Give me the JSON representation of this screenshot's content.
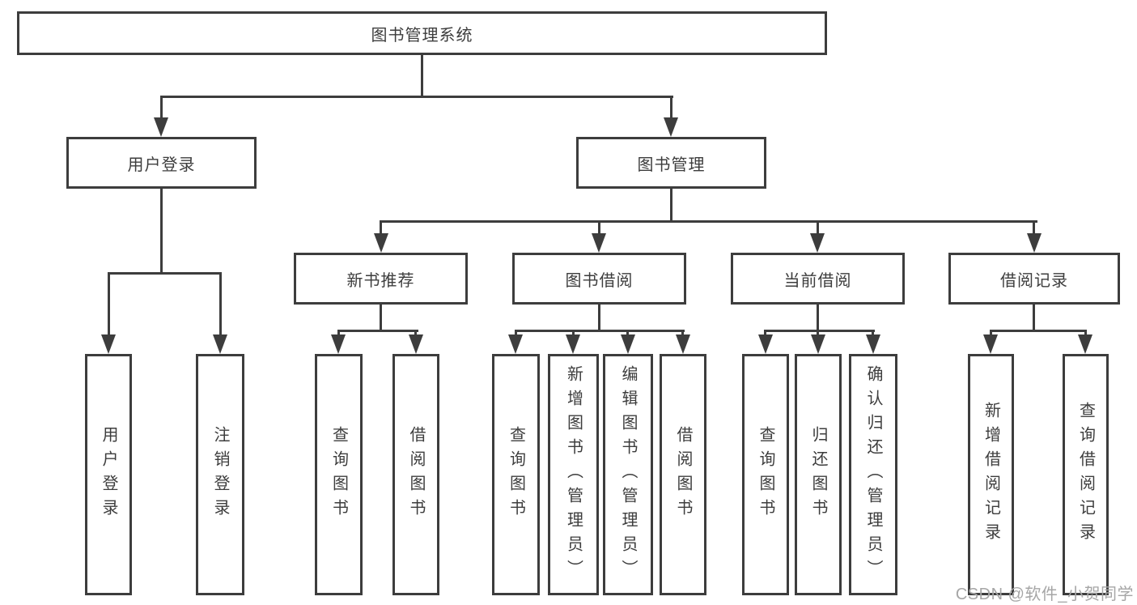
{
  "colors": {
    "line": "#3d3d3d",
    "text": "#3d3d3d",
    "watermark": "#a6a6a6",
    "background": "#ffffff"
  },
  "diagram": {
    "root": "图书管理系统",
    "branches": [
      {
        "label": "用户登录",
        "children": [
          "用户登录",
          "注销登录"
        ]
      },
      {
        "label": "图书管理",
        "groups": [
          {
            "label": "新书推荐",
            "children": [
              "查询图书",
              "借阅图书"
            ]
          },
          {
            "label": "图书借阅",
            "children": [
              "查询图书",
              "新增图书（管理员）",
              "编辑图书（管理员）",
              "借阅图书"
            ]
          },
          {
            "label": "当前借阅",
            "children": [
              "查询图书",
              "归还图书",
              "确认归还（管理员）"
            ]
          },
          {
            "label": "借阅记录",
            "children": [
              "新增借阅记录",
              "查询借阅记录"
            ]
          }
        ]
      }
    ]
  },
  "watermark": {
    "text": "CSDN @软件_小贺同学"
  }
}
